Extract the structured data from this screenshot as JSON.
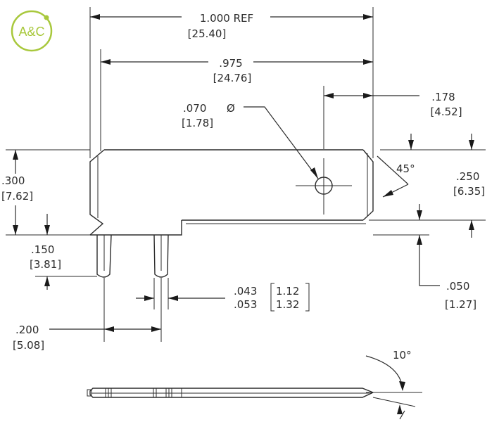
{
  "logo": {
    "text": "A&C",
    "color": "#a8c83c"
  },
  "dimensions": {
    "overall_length": {
      "in": "1.000  REF",
      "mm": "[25.40]"
    },
    "body_length": {
      "in": ".975",
      "mm": "[24.76]"
    },
    "hole_offset": {
      "in": ".178",
      "mm": "[4.52]"
    },
    "hole_diameter": {
      "in": ".070",
      "symbol": "Ø",
      "mm": "[1.78]"
    },
    "chamfer_angle": {
      "value": "45°"
    },
    "overall_height": {
      "in": ".300",
      "mm": "[7.62]"
    },
    "body_height": {
      "in": ".250",
      "mm": "[6.35]"
    },
    "pin_length": {
      "in": ".150",
      "mm": "[3.81]"
    },
    "step_height": {
      "in": ".050",
      "mm": "[1.27]"
    },
    "pin_width": {
      "in_min": ".043",
      "in_max": ".053",
      "mm_min": "1.12",
      "mm_max": "1.32"
    },
    "pin_pitch": {
      "in": ".200",
      "mm": "[5.08]"
    },
    "tip_angle": {
      "value": "10°"
    }
  },
  "colors": {
    "line": "#2b2b2b",
    "background": "#ffffff"
  }
}
